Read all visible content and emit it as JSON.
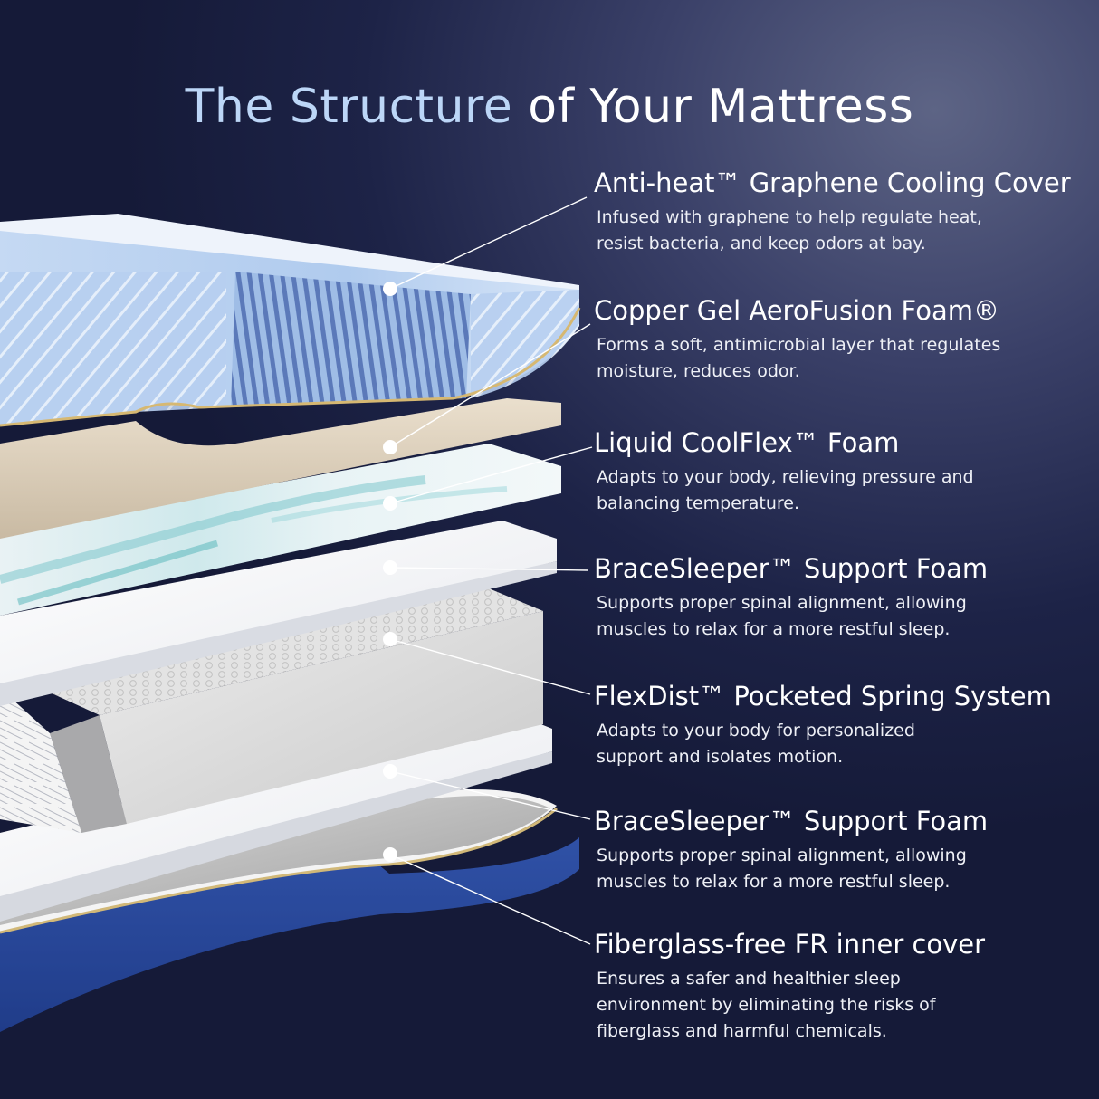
{
  "title": {
    "accent": "The Structure",
    "rest": " of Your Mattress"
  },
  "colors": {
    "title_accent": "#bcd6f7",
    "background": "#1d2347",
    "text": "#ffffff",
    "base_blue": "#2a4a9c",
    "cover_blue": "#a9c7ee"
  },
  "layers": [
    {
      "heading": "Anti-heat™ Graphene Cooling Cover",
      "line1": "Infused with graphene to help regulate heat,",
      "line2": "resist bacteria, and keep odors at bay.",
      "line3": ""
    },
    {
      "heading": "Copper Gel AeroFusion Foam®",
      "line1": "Forms a soft, antimicrobial layer that regulates",
      "line2": "moisture, reduces odor.",
      "line3": ""
    },
    {
      "heading": "Liquid CoolFlex™ Foam",
      "line1": "Adapts to your body, relieving pressure and",
      "line2": "balancing temperature.",
      "line3": ""
    },
    {
      "heading": "BraceSleeper™ Support Foam",
      "line1": "Supports proper spinal alignment, allowing",
      "line2": "muscles to relax for a more restful sleep.",
      "line3": ""
    },
    {
      "heading": "FlexDist™ Pocketed Spring System",
      "line1": "Adapts to your body for personalized",
      "line2": "support and isolates motion.",
      "line3": ""
    },
    {
      "heading": "BraceSleeper™ Support Foam",
      "line1": "Supports proper spinal alignment, allowing",
      "line2": "muscles to relax for a more restful sleep.",
      "line3": ""
    },
    {
      "heading": "Fiberglass-free FR inner cover",
      "line1": "Ensures a safer and healthier sleep",
      "line2": "environment by eliminating the risks of",
      "line3": "fiberglass and harmful chemicals."
    }
  ]
}
